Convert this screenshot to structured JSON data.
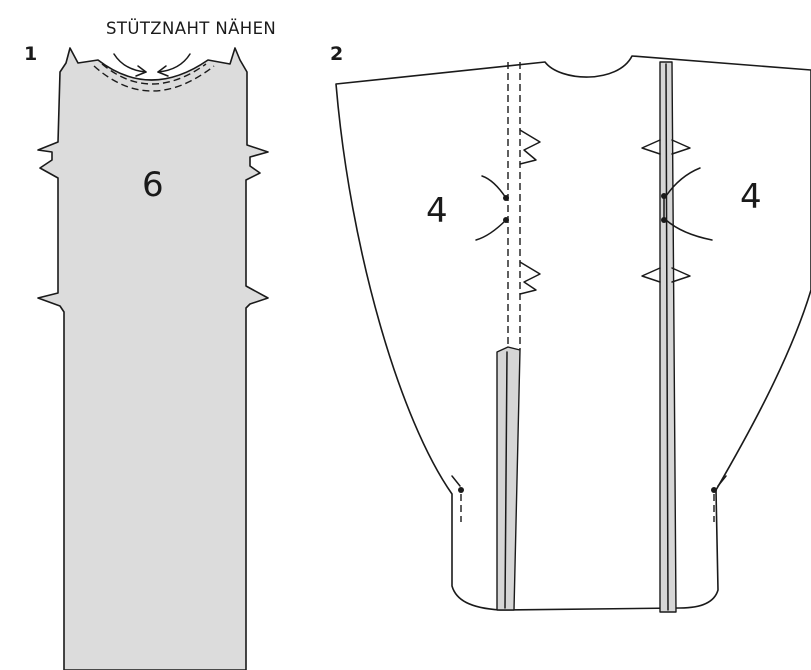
{
  "step_1": {
    "number": "1",
    "caption": "STÜTZNAHT NÄHEN",
    "piece_number": "6"
  },
  "step_2": {
    "number": "2",
    "piece_number_left": "4",
    "piece_number_right": "4"
  },
  "colors": {
    "fabric_grey": "#dcdcdc",
    "outline": "#1a1a1a",
    "background": "#ffffff"
  }
}
